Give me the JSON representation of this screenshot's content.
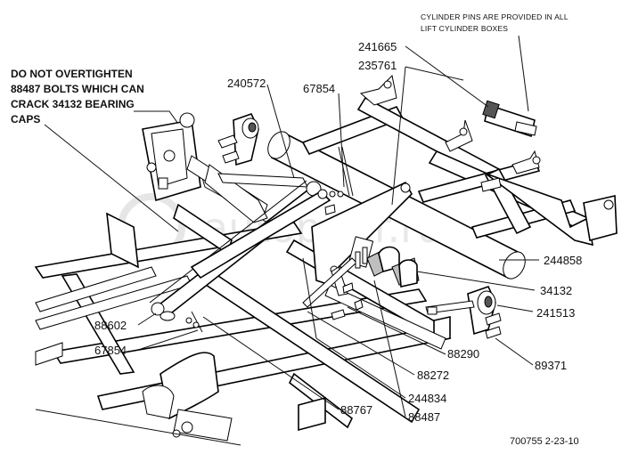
{
  "note": {
    "lines": [
      "DO NOT OVERTIGHTEN",
      "88487 BOLTS WHICH CAN",
      "CRACK 34132 BEARING",
      "CAPS"
    ]
  },
  "cylinder_note": {
    "lines": [
      "CYLINDER PINS ARE PROVIDED IN ALL",
      "LIFT CYLINDER BOXES"
    ]
  },
  "parts": {
    "p241665": "241665",
    "p235761": "235761",
    "p240572": "240572",
    "p67854_top": "67854",
    "p244858": "244858",
    "p34132": "34132",
    "p241513": "241513",
    "p88602": "88602",
    "p67854_bottom": "67854",
    "p88290": "88290",
    "p89371": "89371",
    "p88272": "88272",
    "p244834": "244834",
    "p88767": "88767",
    "p88487": "88487"
  },
  "footer": {
    "drawing_id": "700755  2-23-10"
  },
  "watermark": "autopiter.ru"
}
